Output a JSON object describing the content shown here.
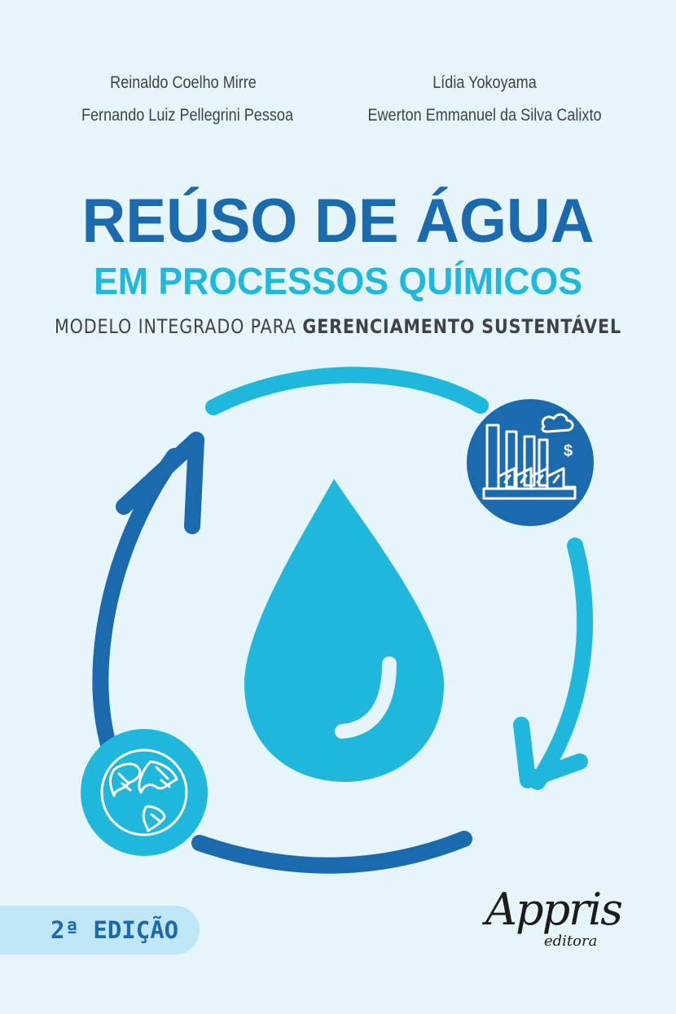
{
  "authors": {
    "left_top": "Reinaldo Coelho Mirre",
    "left_bottom": "Fernando Luiz Pellegrini Pessoa",
    "right_top": "Lídia Yokoyama",
    "right_bottom": "Ewerton Emmanuel da Silva Calixto"
  },
  "title": {
    "line1": "REÚSO DE ÁGUA",
    "line2": "EM PROCESSOS QUÍMICOS",
    "subtitle_regular": "MODELO INTEGRADO PARA ",
    "subtitle_bold": "GERENCIAMENTO SUSTENTÁVEL"
  },
  "edition": "2ª EDIÇÃO",
  "publisher": {
    "name": "Appris",
    "sub": "editora"
  },
  "colors": {
    "background": "#e6f5fc",
    "dark_blue": "#1a6aad",
    "light_blue": "#1fb8dc",
    "text_gray": "#3f4347",
    "edition_band": "#bfe6f6"
  },
  "icons": [
    "recycle-arrow-icon",
    "water-drop-icon",
    "factory-icon",
    "globe-icon"
  ]
}
